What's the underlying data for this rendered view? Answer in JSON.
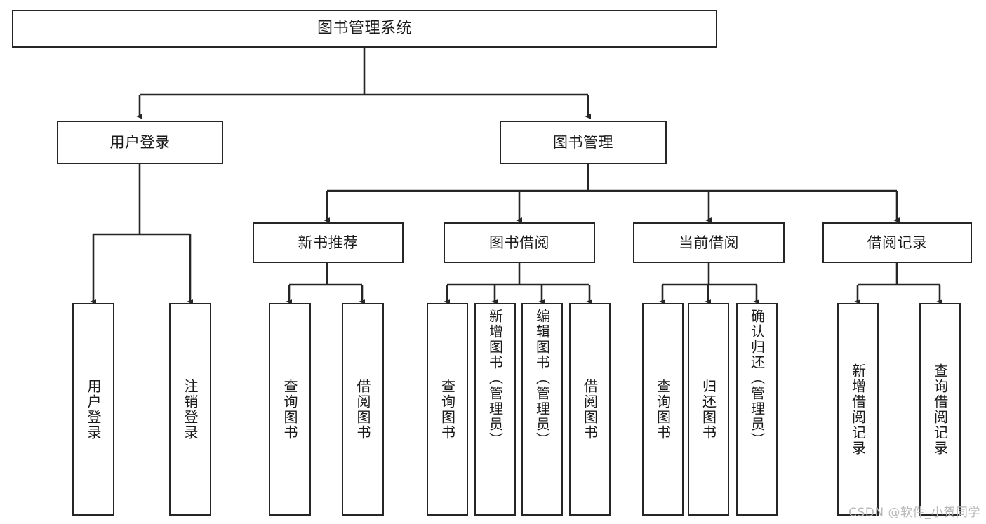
{
  "diagram": {
    "title": "图书管理系统",
    "watermark": "CSDN @软件_小贺同学",
    "colors": {
      "stroke": "#262626",
      "fill": "#ffffff",
      "text": "#1a1a1a",
      "watermark": "#b9b9b9"
    },
    "nodes": {
      "root": {
        "label": "图书管理系统"
      },
      "level1": [
        {
          "label": "用户登录"
        },
        {
          "label": "图书管理"
        }
      ],
      "level2": [
        {
          "label": "新书推荐"
        },
        {
          "label": "图书借阅"
        },
        {
          "label": "当前借阅"
        },
        {
          "label": "借阅记录"
        }
      ],
      "leaves": {
        "user_login": [
          {
            "label": "用户登录"
          },
          {
            "label": "注销登录"
          }
        ],
        "new_book": [
          {
            "label": "查询图书"
          },
          {
            "label": "借阅图书"
          }
        ],
        "borrow_book": [
          {
            "label": "查询图书"
          },
          {
            "label": "新增图书（管理员）"
          },
          {
            "label": "编辑图书（管理员）"
          },
          {
            "label": "借阅图书"
          }
        ],
        "current_borrow": [
          {
            "label": "查询图书"
          },
          {
            "label": "归还图书"
          },
          {
            "label": "确认归还（管理员）"
          }
        ],
        "borrow_record": [
          {
            "label": "新增借阅记录"
          },
          {
            "label": "查询借阅记录"
          }
        ]
      }
    }
  }
}
